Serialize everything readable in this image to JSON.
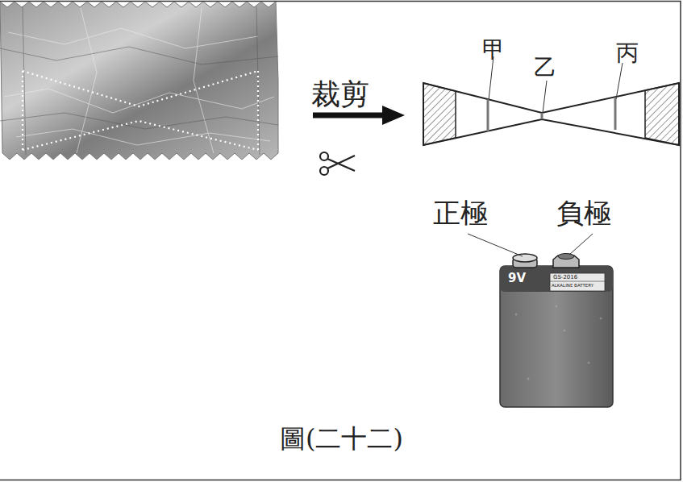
{
  "diagram": {
    "caption": "圖(二十二)",
    "labels": [
      "裁剪",
      "甲",
      "乙",
      "丙",
      "正極",
      "負極",
      "9V",
      "GS-2016",
      "ALKALINE BATTERY"
    ]
  }
}
